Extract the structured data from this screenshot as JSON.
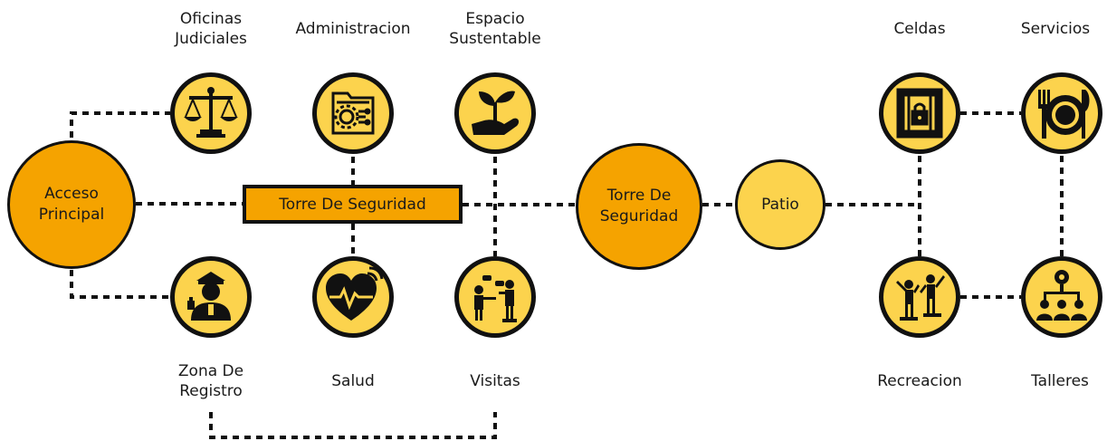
{
  "nodes": {
    "acceso": [
      "Acceso",
      "Principal"
    ],
    "torre_rect": "Torre De Seguridad",
    "torre_circle": [
      "Torre De",
      "Seguridad"
    ],
    "patio": "Patio"
  },
  "labels": {
    "oficinas": [
      "Oficinas",
      "Judiciales"
    ],
    "administracion": "Administracion",
    "espacio": [
      "Espacio",
      "Sustentable"
    ],
    "celdas": "Celdas",
    "servicios": "Servicios",
    "zona": [
      "Zona De",
      "Registro"
    ],
    "salud": "Salud",
    "visitas": "Visitas",
    "recreacion": "Recreacion",
    "talleres": "Talleres"
  },
  "icons": {
    "oficinas": "scales-of-justice-icon",
    "administracion": "admin-folder-gear-icon",
    "espacio": "plant-in-hand-icon",
    "celdas": "locked-cell-icon",
    "servicios": "dining-plate-icon",
    "zona": "security-guard-icon",
    "salud": "heartbeat-icon",
    "visitas": "visitors-talking-icon",
    "recreacion": "people-exercising-icon",
    "talleres": "workshop-team-icon"
  },
  "colors": {
    "primary_orange": "#f5a300",
    "light_yellow": "#fcd34d",
    "outline": "#111111"
  }
}
